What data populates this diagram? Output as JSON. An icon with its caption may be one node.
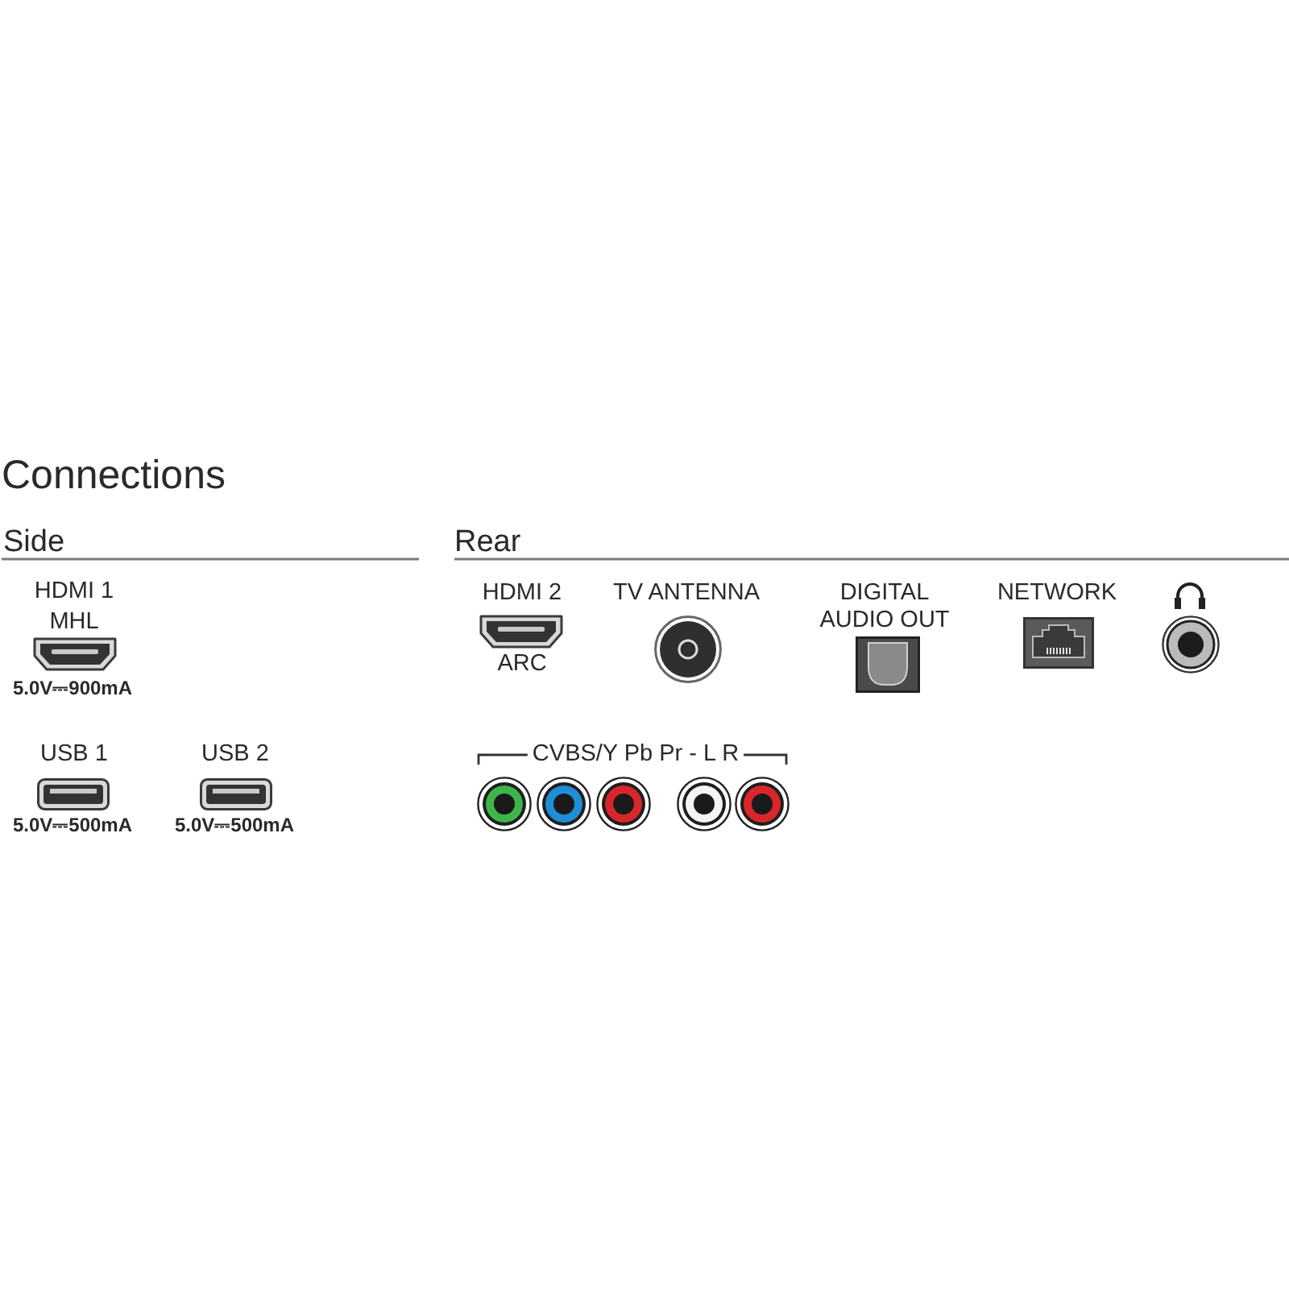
{
  "diagram": {
    "title": "Connections",
    "labels": [
      "Side",
      "HDMI 1",
      "MHL",
      "5.0V⎓900mA",
      "USB 1",
      "5.0V⎓500mA",
      "USB 2",
      "5.0V⎓500mA",
      "Rear",
      "HDMI 2",
      "ARC",
      "TV ANTENNA",
      "DIGITAL AUDIO OUT",
      "NETWORK",
      "CVBS/Y Pb Pr - L R"
    ]
  }
}
